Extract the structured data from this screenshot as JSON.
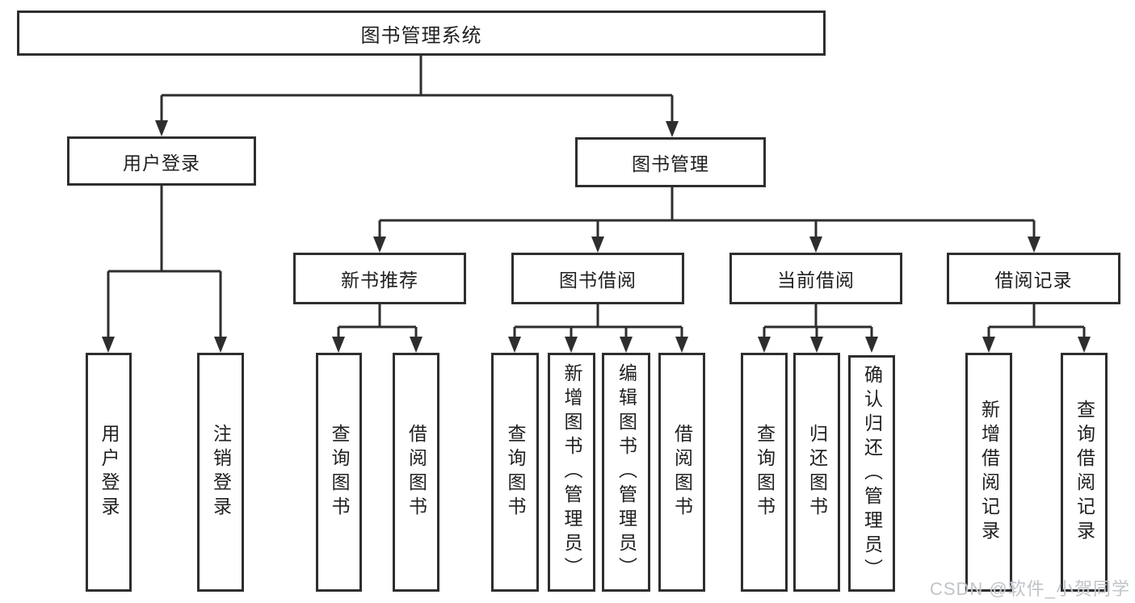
{
  "tree": {
    "label": "图书管理系统",
    "children": [
      {
        "label": "用户登录",
        "children": [
          {
            "label": "用户登录"
          },
          {
            "label": "注销登录"
          }
        ]
      },
      {
        "label": "图书管理",
        "children": [
          {
            "label": "新书推荐",
            "children": [
              {
                "label": "查询图书"
              },
              {
                "label": "借阅图书"
              }
            ]
          },
          {
            "label": "图书借阅",
            "children": [
              {
                "label": "查询图书"
              },
              {
                "label": "新增图书（管理员）"
              },
              {
                "label": "编辑图书（管理员）"
              },
              {
                "label": "借阅图书"
              }
            ]
          },
          {
            "label": "当前借阅",
            "children": [
              {
                "label": "查询图书"
              },
              {
                "label": "归还图书"
              },
              {
                "label": "确认归还（管理员）"
              }
            ]
          },
          {
            "label": "借阅记录",
            "children": [
              {
                "label": "新增借阅记录"
              },
              {
                "label": "查询借阅记录"
              }
            ]
          }
        ]
      }
    ]
  },
  "watermark": {
    "text": "CSDN @软件_小贺同学"
  },
  "colors": {
    "line": "#2e2e2e",
    "text": "#1f1f1f",
    "background": "#ffffff",
    "watermark": "#c0c4c8"
  }
}
